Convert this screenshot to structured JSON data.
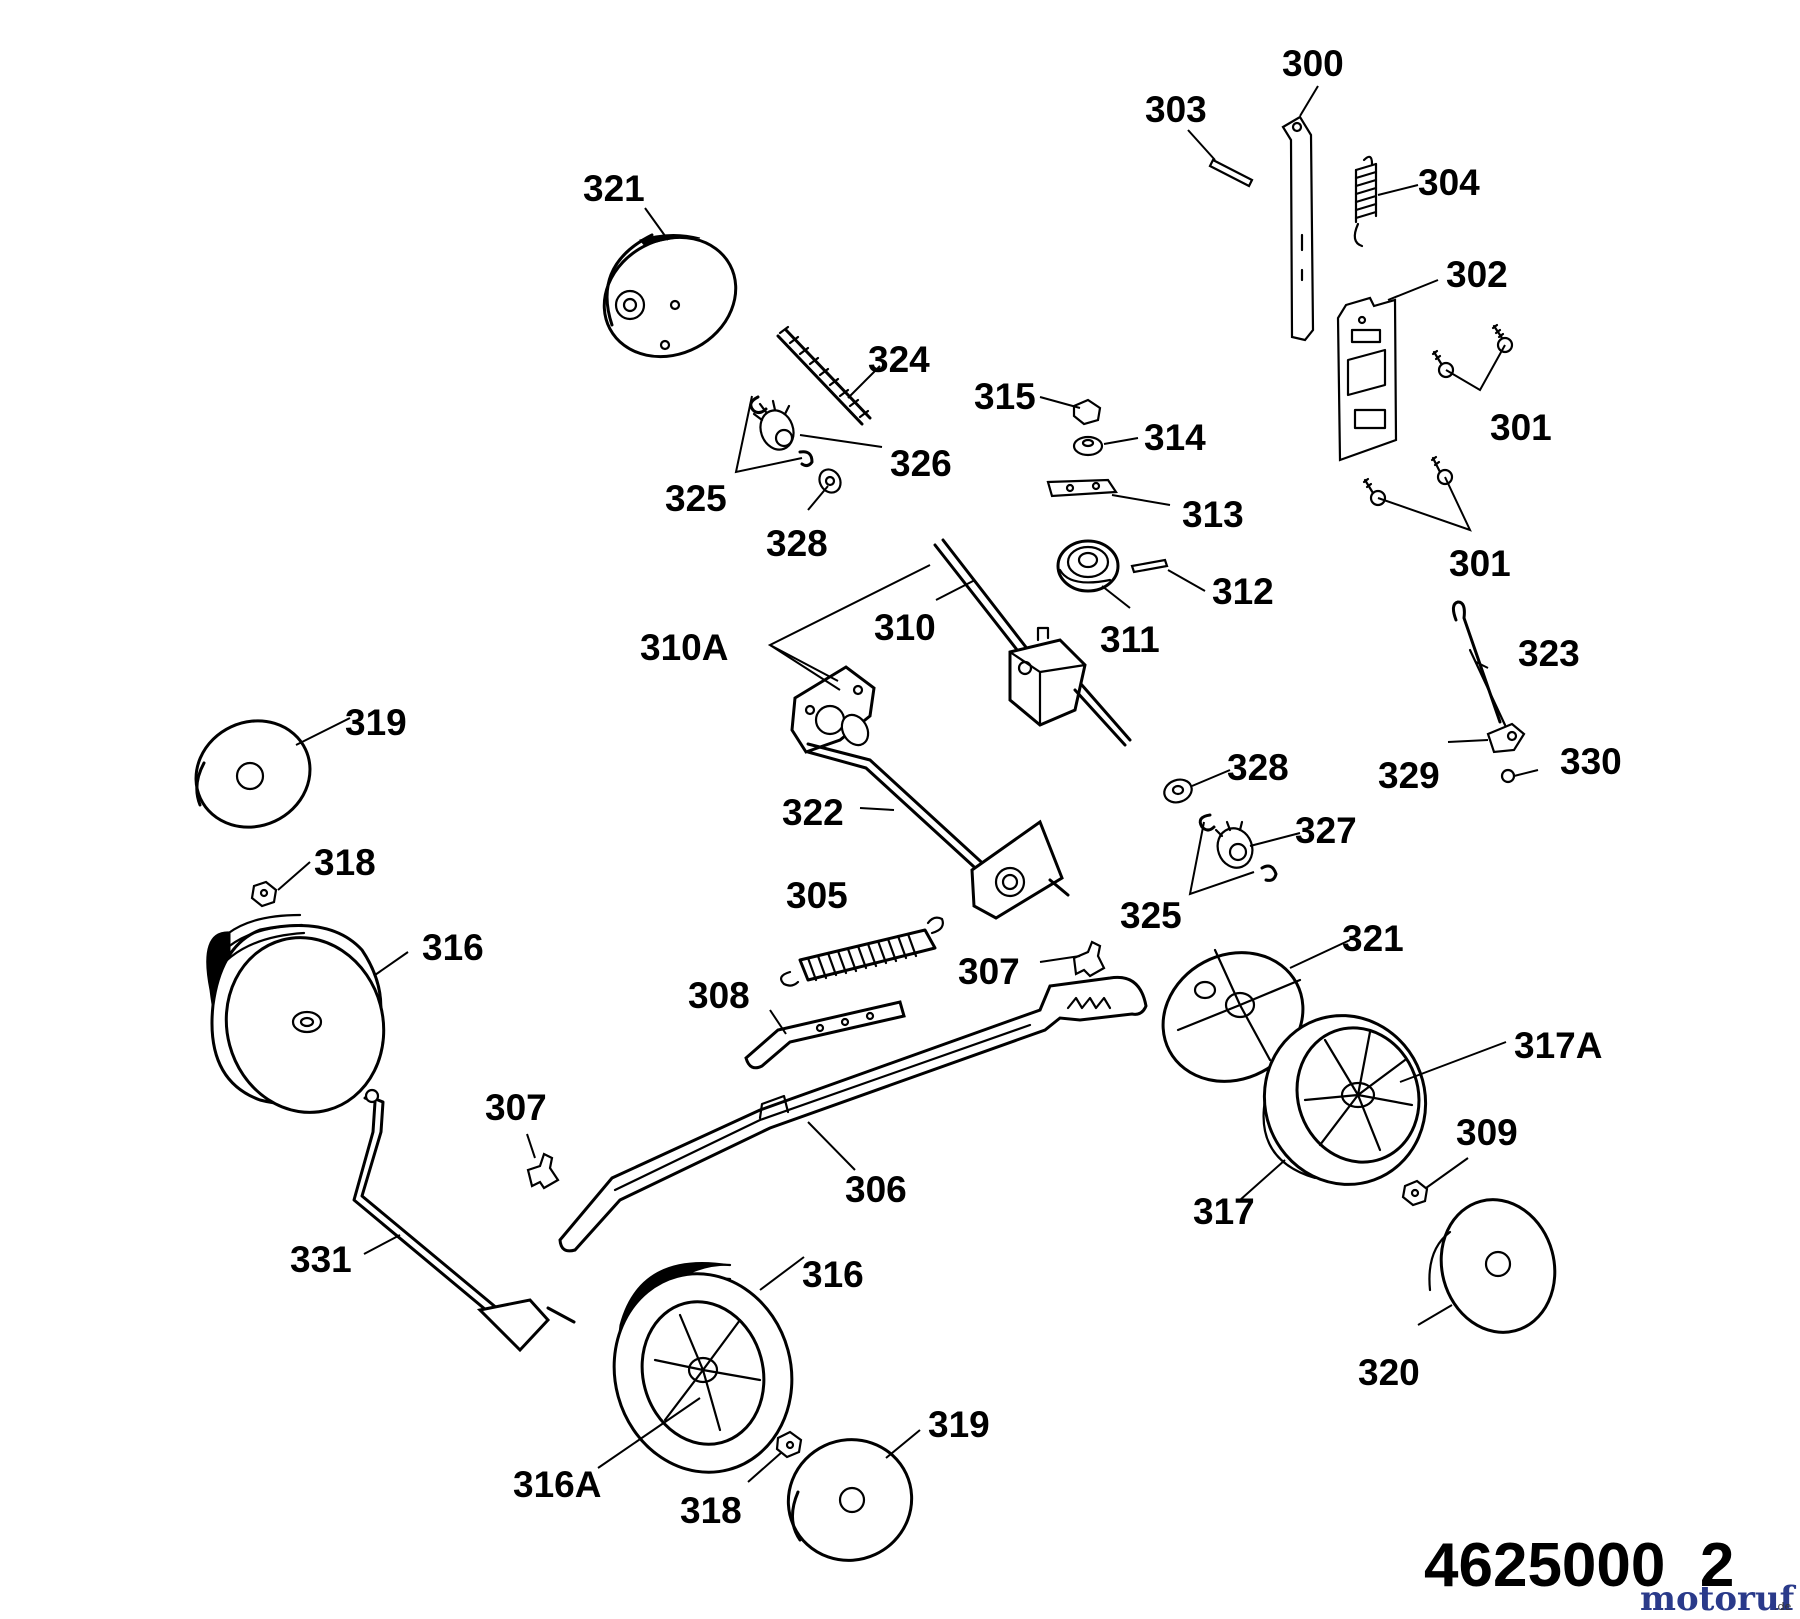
{
  "document_number": "4625000  2",
  "watermark": {
    "word": "motoruf",
    "tld": ".de",
    "color_dark": "#2a3a8a",
    "color_accent": "#c03030"
  },
  "callouts": {
    "p300": "300",
    "p303": "303",
    "p304": "304",
    "p302": "302",
    "p301a": "301",
    "p301b": "301",
    "p321a": "321",
    "p324": "324",
    "p315": "315",
    "p314": "314",
    "p326": "326",
    "p325a": "325",
    "p328a": "328",
    "p313": "313",
    "p312": "312",
    "p311": "311",
    "p310": "310",
    "p310A": "310A",
    "p323": "323",
    "p329": "329",
    "p330": "330",
    "p319a": "319",
    "p328b": "328",
    "p327": "327",
    "p322": "322",
    "p318a": "318",
    "p305": "305",
    "p325b": "325",
    "p316a": "316",
    "p307a": "307",
    "p321b": "321",
    "p308": "308",
    "p317A": "317A",
    "p307b": "307",
    "p309": "309",
    "p306": "306",
    "p317": "317",
    "p331": "331",
    "p316b": "316",
    "p320": "320",
    "p319b": "319",
    "p316A": "316A",
    "p318b": "318"
  }
}
